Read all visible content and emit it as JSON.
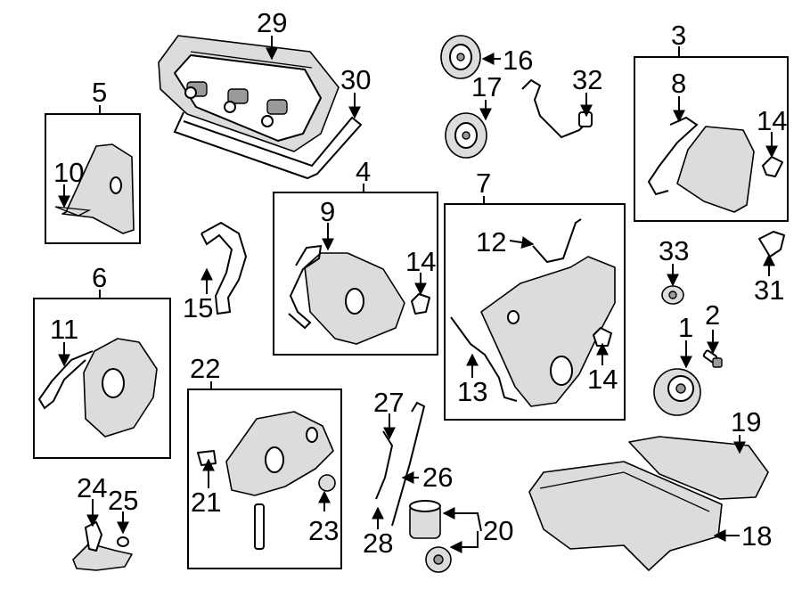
{
  "diagram": {
    "callouts": [
      "1",
      "2",
      "3",
      "4",
      "5",
      "6",
      "7",
      "8",
      "9",
      "10",
      "11",
      "12",
      "13",
      "14",
      "15",
      "16",
      "17",
      "18",
      "19",
      "20",
      "21",
      "22",
      "23",
      "24",
      "25",
      "26",
      "27",
      "28",
      "29",
      "30",
      "31",
      "32",
      "33"
    ],
    "repeated_callout_14": [
      "14",
      "14",
      "14"
    ]
  },
  "colors": {
    "line": "#000000",
    "background": "#ffffff",
    "shade": "#dcdcdc"
  }
}
